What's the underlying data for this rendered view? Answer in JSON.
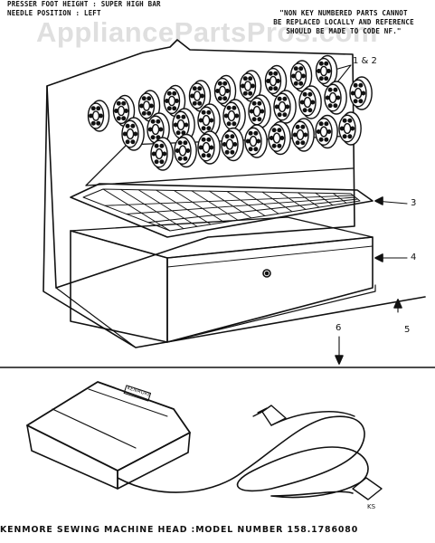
{
  "notes": {
    "left": [
      "PRESSER FOOT HEIGHT : SUPER HIGH BAR",
      "NEEDLE POSITION : LEFT"
    ],
    "right": [
      "\"NON KEY NUMBERED PARTS CANNOT",
      "BE REPLACED LOCALLY AND REFERENCE",
      "SHOULD BE MADE TO CODE NF.\""
    ]
  },
  "watermark": "AppliancePartsPros.com",
  "callouts": {
    "cams": "1 & 2",
    "tray": "3",
    "box": "4",
    "base": "5",
    "cord": "6"
  },
  "foot_control_label": "KENMORE",
  "corner_mark": "KS",
  "caption": "KENMORE SEWING MACHINE HEAD :MODEL NUMBER 158.1786080",
  "colors": {
    "ink": "#111111",
    "paper": "#ffffff"
  }
}
